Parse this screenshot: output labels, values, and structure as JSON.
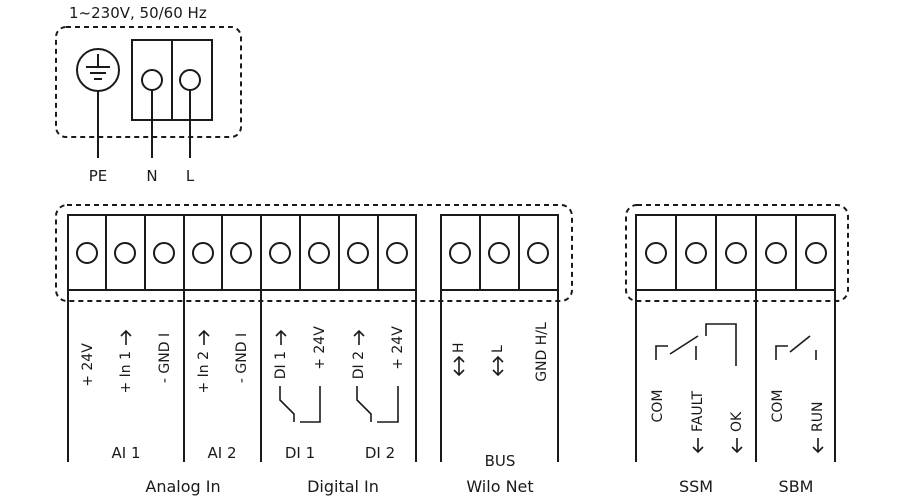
{
  "supply": {
    "label": "1~230V, 50/60 Hz",
    "pe": "PE",
    "n": "N",
    "l": "L"
  },
  "analog_in": {
    "terminals": [
      "+ 24V",
      "+ In 1",
      "- GND I",
      "+ In 2",
      "- GND I"
    ],
    "group1": "AI 1",
    "group2": "AI 2",
    "label": "Analog In"
  },
  "digital_in": {
    "terminals": [
      "DI 1",
      "+ 24V",
      "DI 2",
      "+ 24V"
    ],
    "group1": "DI 1",
    "group2": "DI 2",
    "label": "Digital In"
  },
  "bus": {
    "terminals": [
      "H",
      "L",
      "GND H/L"
    ],
    "label": "BUS",
    "sublabel": "Wilo Net"
  },
  "ssm": {
    "terminals": [
      "COM",
      "FAULT",
      "OK"
    ],
    "label": "SSM"
  },
  "sbm": {
    "terminals": [
      "COM",
      "RUN"
    ],
    "label": "SBM"
  }
}
